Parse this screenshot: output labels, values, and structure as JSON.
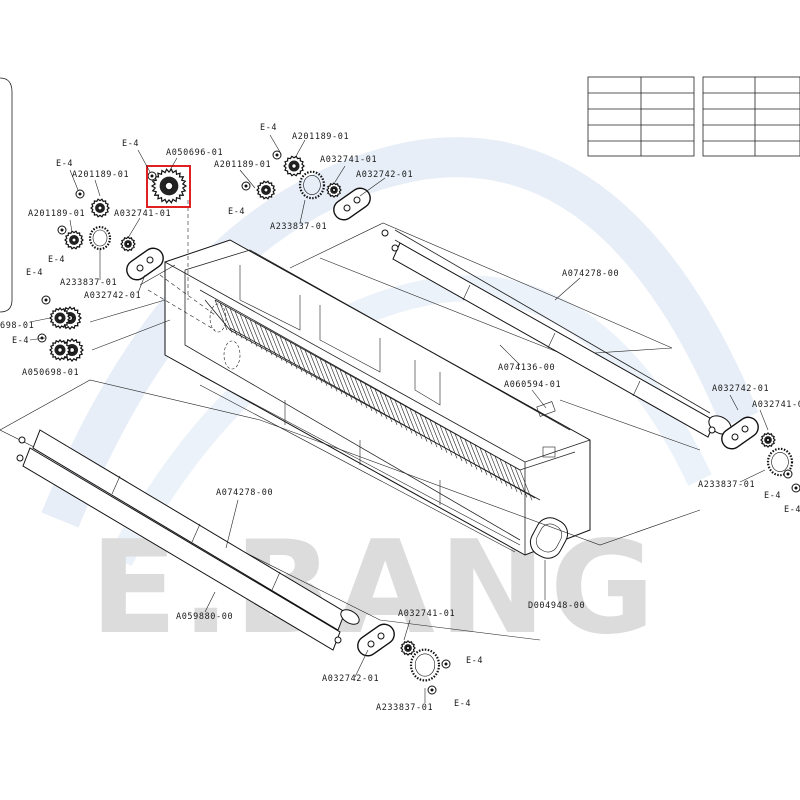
{
  "watermark": {
    "text": "E.BANG",
    "color": "#dcdcdc",
    "arc_color": "#c9d9ef"
  },
  "highlight_color": "#e02020",
  "labels": {
    "e4": "E-4",
    "a050696": "A050696-01",
    "a201189": "A201189-01",
    "a032741": "A032741-01",
    "a032742": "A032742-01",
    "a233837": "A233837-01",
    "a050698": "A050698-01",
    "a050698_cut": "698-01",
    "a074278": "A074278-00",
    "a074136": "A074136-00",
    "a060594": "A060594-01",
    "a059880": "A059880-00",
    "d004948": "D004948-00",
    "a032741_cut": "A032741-0"
  }
}
